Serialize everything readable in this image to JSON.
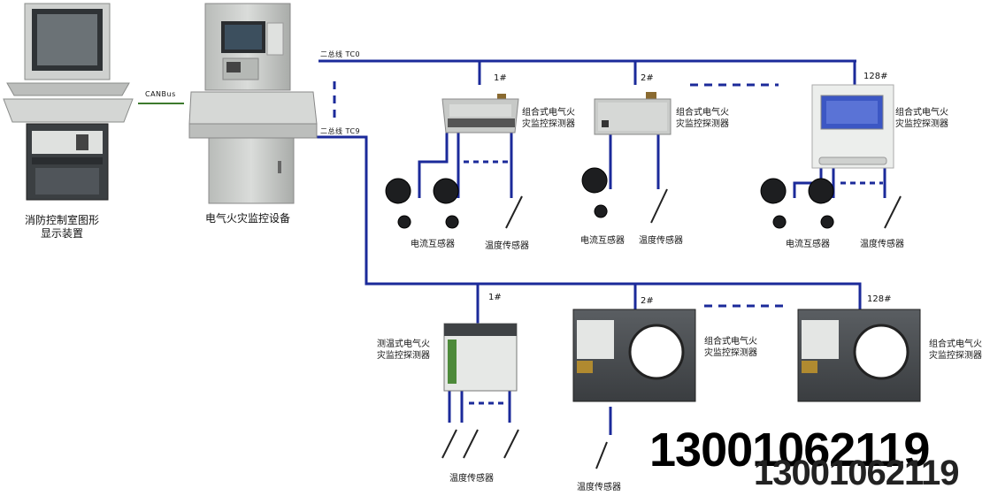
{
  "left_devices": {
    "graphic_display": "消防控制室图形\n显示装置",
    "fire_monitor": "电气火灾监控设备",
    "canbus": "CANBus"
  },
  "buses": {
    "tc0": "二总线  TC0",
    "tc9": "二总线  TC9"
  },
  "top_row": {
    "nodes": [
      {
        "number": "1#",
        "title": "组合式电气火\n灾监控探测器"
      },
      {
        "number": "2#",
        "title": "组合式电气火\n灾监控探测器"
      },
      {
        "number": "128#",
        "title": "组合式电气火\n灾监控探测器"
      }
    ],
    "sensors": {
      "current": "电流互感器",
      "temperature": "温度传感器"
    }
  },
  "bottom_row": {
    "nodes": [
      {
        "number": "1#",
        "title": "测温式电气火\n灾监控探测器"
      },
      {
        "number": "2#",
        "title": "组合式电气火\n灾监控探测器"
      },
      {
        "number": "128#",
        "title": "组合式电气火\n灾监控探测器"
      }
    ],
    "sensors": {
      "temperature": "温度传感器"
    }
  },
  "watermark": {
    "phone": "13001062119"
  },
  "colors": {
    "bus_line": "#1b2a9a",
    "canbus_line": "#3d7a2e",
    "device_gray": "#c9cbc9",
    "device_dark": "#4a4d4f",
    "screen_blue": "#4a63c8"
  }
}
